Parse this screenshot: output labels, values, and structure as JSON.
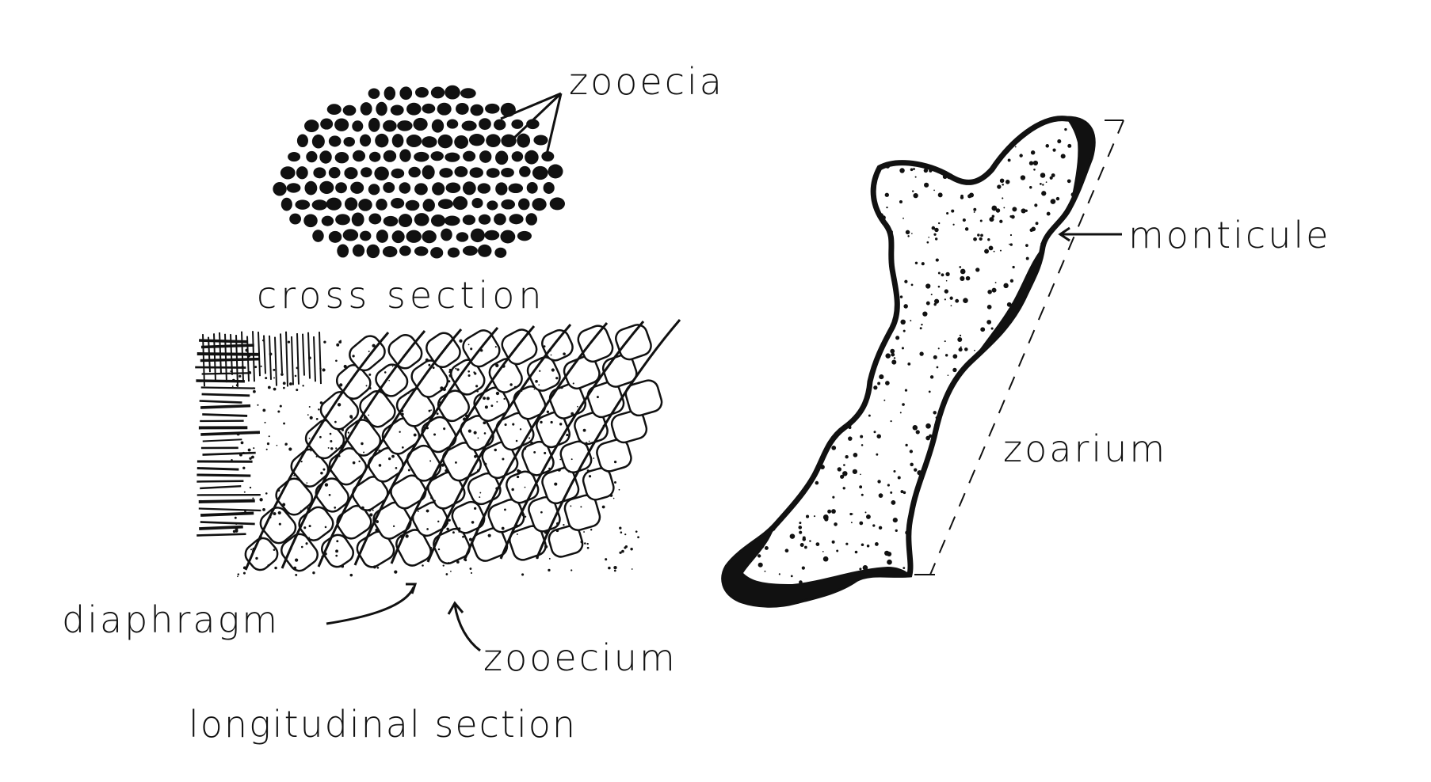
{
  "labels": {
    "zooecia": "zooecia",
    "cross_section": "cross section",
    "monticule": "monticule",
    "zoarium": "zoarium",
    "diaphragm": "diaphragm",
    "zooecium": "zooecium",
    "longitudinal_section": "longitudinal section"
  },
  "colors": {
    "ink": "#111111",
    "paper": "#ffffff"
  }
}
